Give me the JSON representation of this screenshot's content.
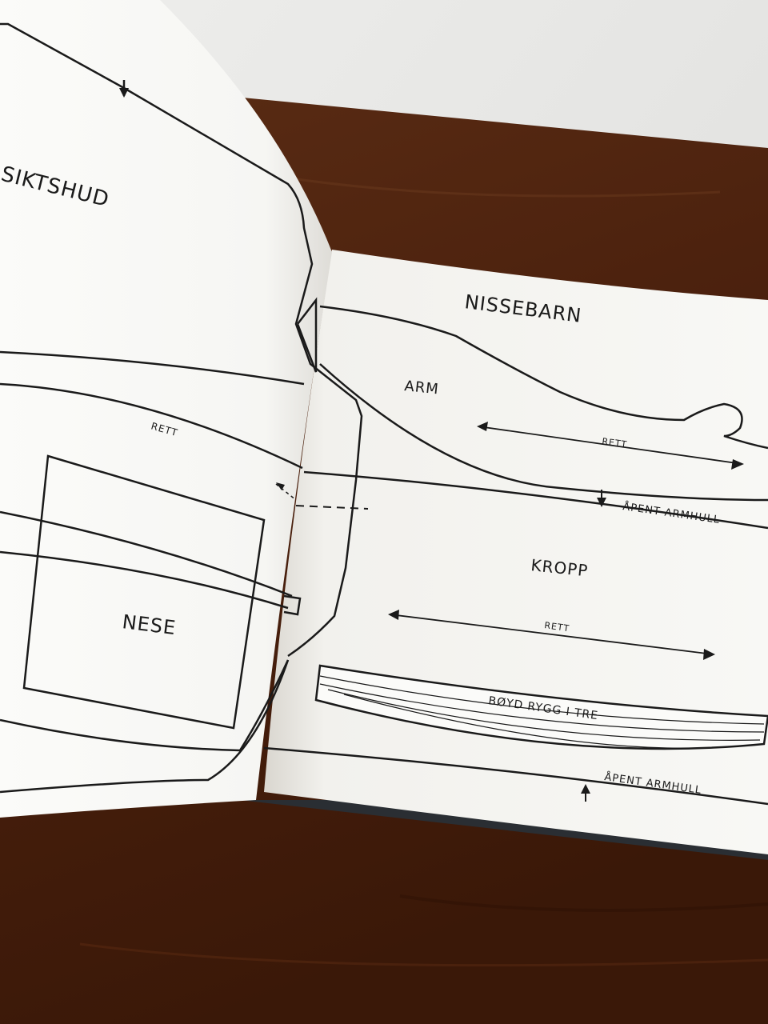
{
  "pattern_labels": {
    "left_page_title": "SIKTSHUD",
    "left_grain": "RETT",
    "nose": "NESE",
    "right_title": "NISSEBARN",
    "arm": "ARM",
    "arm_grain": "RETT",
    "arm_opening": "ÅPENT ARMHULL",
    "body": "KROPP",
    "body_grain": "RETT",
    "wood_back": "BØYD RYGG I TRE",
    "body_opening": "ÅPENT ARMHULL"
  }
}
